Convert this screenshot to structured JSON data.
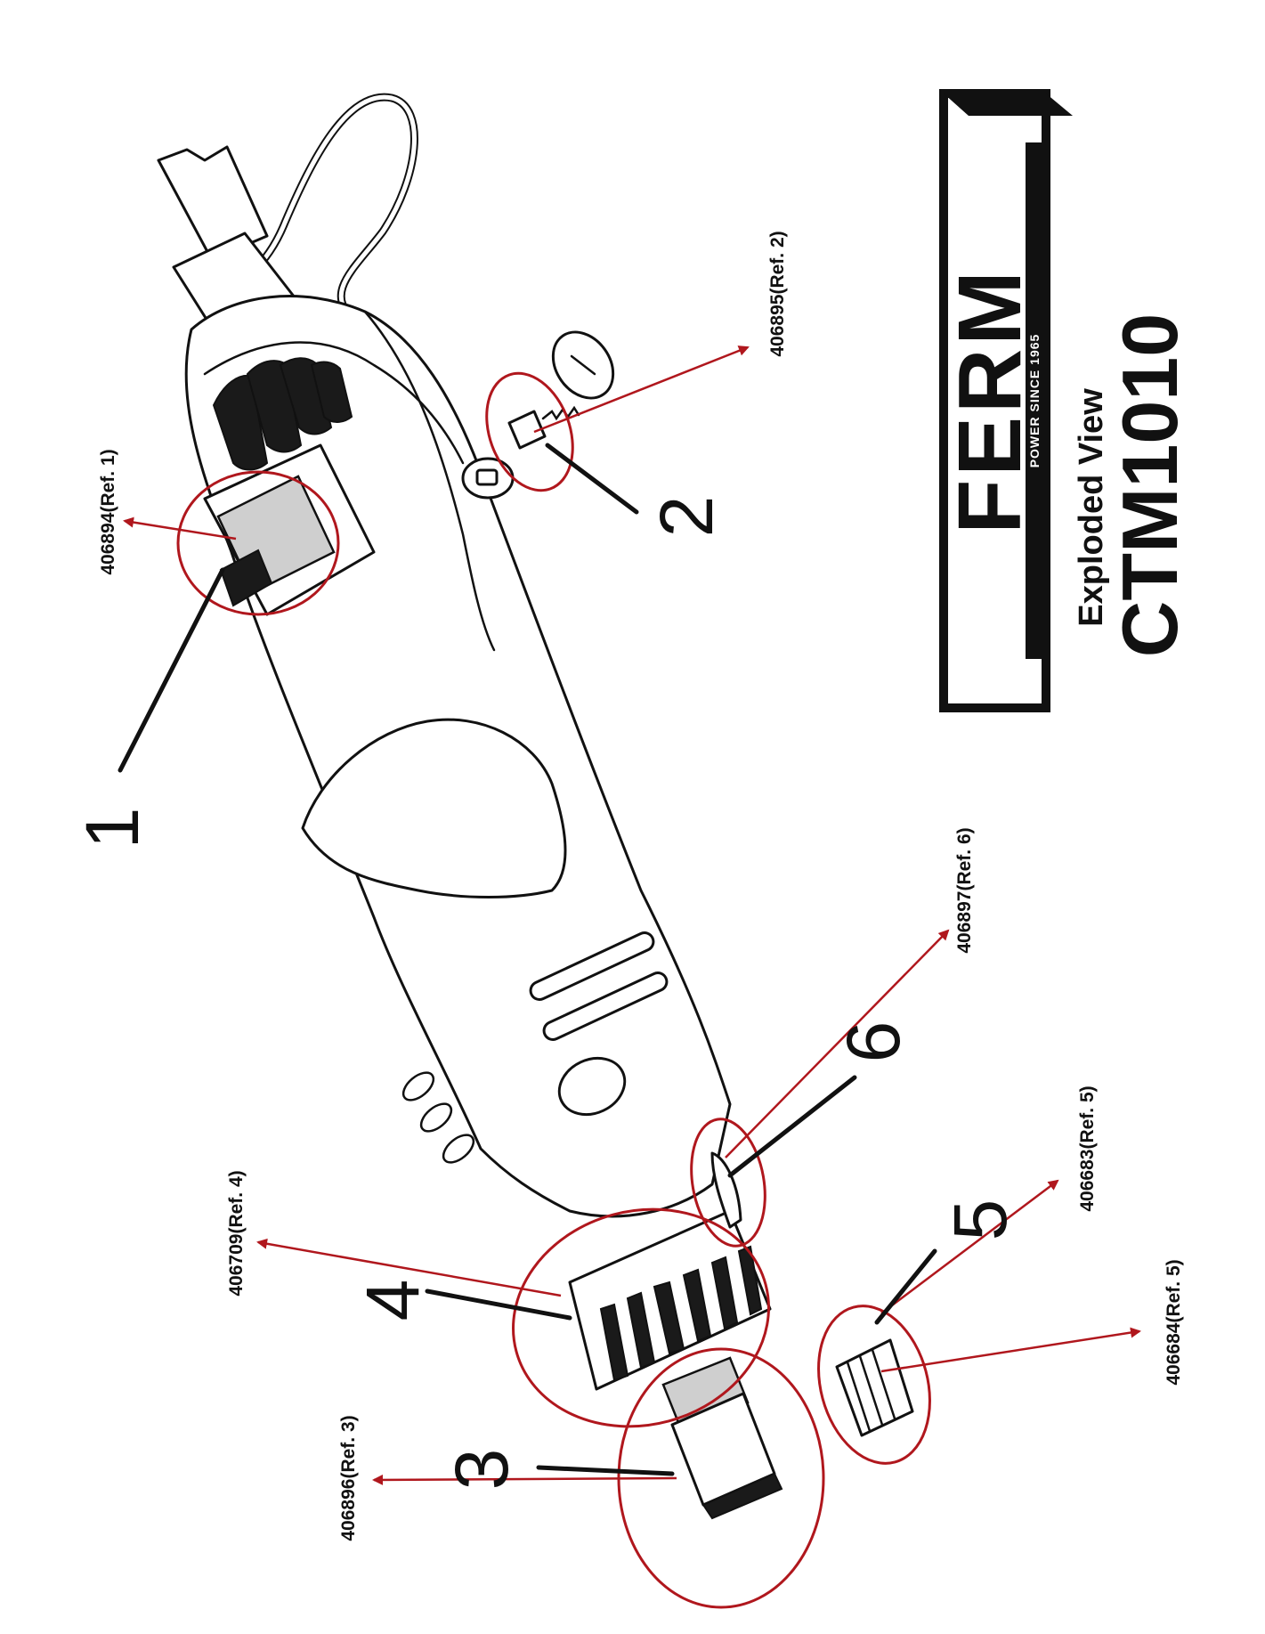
{
  "colors": {
    "callout": "#b0171d",
    "ink": "#111111",
    "background": "#ffffff"
  },
  "brand": {
    "logo_text": "FERM",
    "tagline": "POWER SINCE 1965",
    "subtitle": "Exploded View",
    "model": "CTM1010"
  },
  "callouts": [
    {
      "number": "1",
      "part": "406894(Ref. 1)"
    },
    {
      "number": "2",
      "part": "406895(Ref. 2)"
    },
    {
      "number": "3",
      "part": "406896(Ref. 3)"
    },
    {
      "number": "4",
      "part": "406709(Ref. 4)"
    },
    {
      "number": "5",
      "part": "406683(Ref. 5)"
    },
    {
      "number": "5",
      "part": "406684(Ref. 5)"
    },
    {
      "number": "6",
      "part": "406897(Ref. 6)"
    }
  ]
}
